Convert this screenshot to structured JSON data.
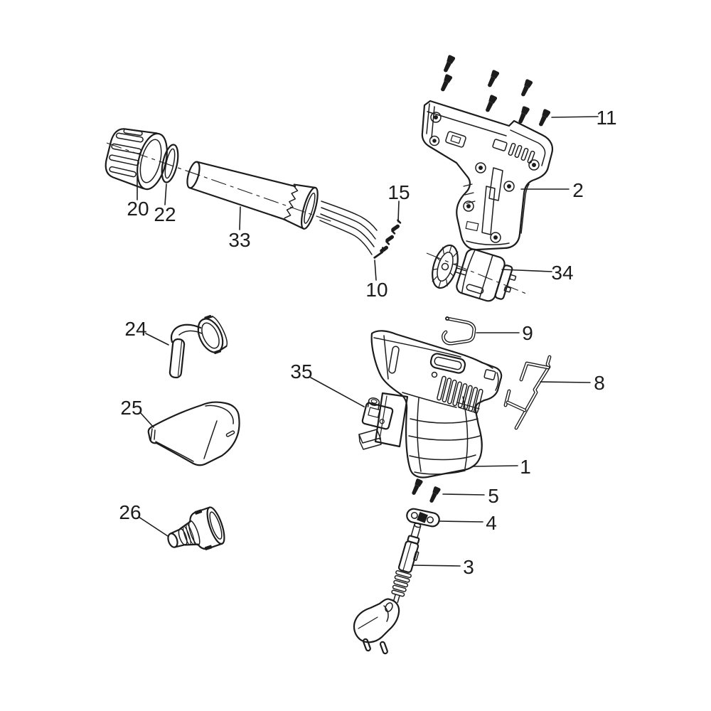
{
  "colors": {
    "background": "#ffffff",
    "line": "#1c1c1c"
  },
  "labels": {
    "n1": "1",
    "n2": "2",
    "n3": "3",
    "n4": "4",
    "n5": "5",
    "n8": "8",
    "n9": "9",
    "n10": "10",
    "n11": "11",
    "n15": "15",
    "n20": "20",
    "n22": "22",
    "n24": "24",
    "n25": "25",
    "n26": "26",
    "n33": "33",
    "n34": "34",
    "n35": "35"
  }
}
